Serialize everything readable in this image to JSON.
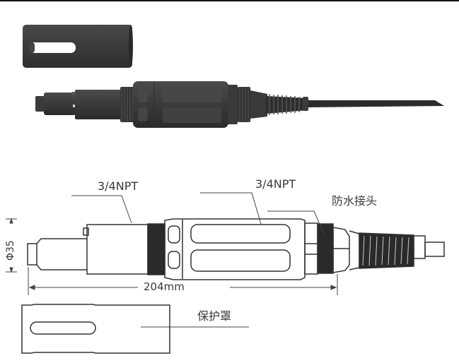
{
  "figure": {
    "photo": {
      "description": "Rendered product photo of sensor with separated protective cap",
      "body_color": "#3c3c3c",
      "highlight_color": "#555555"
    },
    "drawing": {
      "callouts": {
        "thread_left": "3/4NPT",
        "thread_right": "3/4NPT",
        "waterproof_connector": "防水接头",
        "protective_cap": "保护罩"
      },
      "dimensions": {
        "length": "204mm",
        "diameter": "Φ35"
      },
      "line_color": "#333333"
    }
  }
}
